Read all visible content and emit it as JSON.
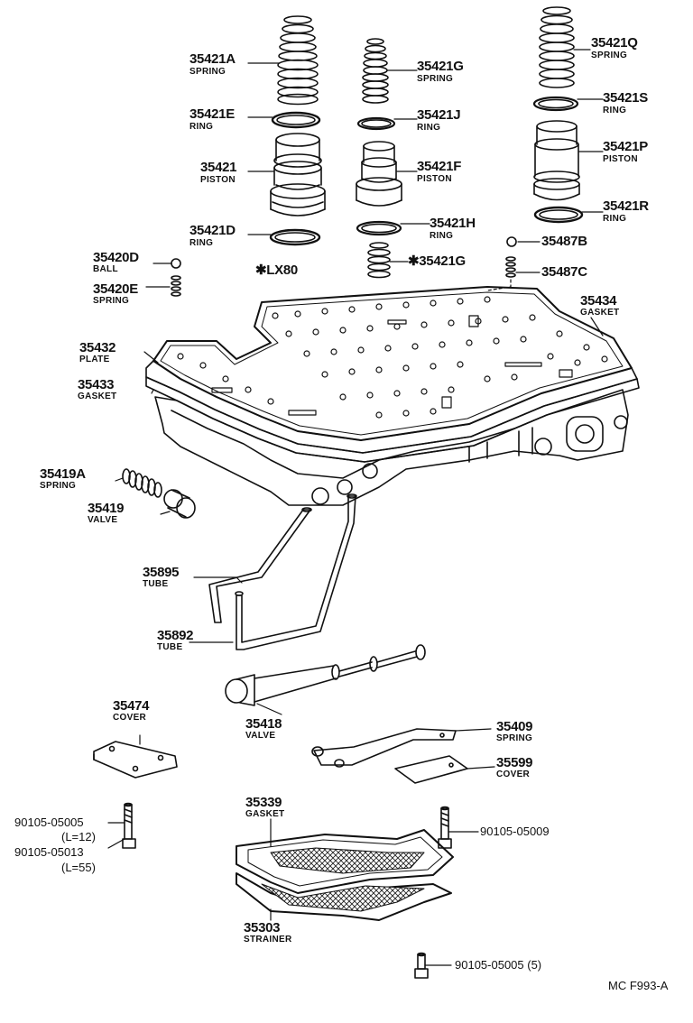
{
  "labels": {
    "p35421A": "35421A",
    "spring_a": "SPRING",
    "p35421E": "35421E",
    "ring_e": "RING",
    "p35421": "35421",
    "piston_1": "PISTON",
    "p35421D": "35421D",
    "ring_d": "RING",
    "p35421G": "35421G",
    "spring_g": "SPRING",
    "p35421J": "35421J",
    "ring_j": "RING",
    "p35421F": "35421F",
    "piston_f": "PISTON",
    "p35421H": "35421H",
    "ring_h": "RING",
    "p35421G2": "✱35421G",
    "p35421Q": "35421Q",
    "spring_q": "SPRING",
    "p35421S": "35421S",
    "ring_s": "RING",
    "p35421P": "35421P",
    "piston_p": "PISTON",
    "p35421R": "35421R",
    "ring_r": "RING",
    "p35487B": "35487B",
    "p35487C": "35487C",
    "p35420D": "35420D",
    "ball": "BALL",
    "p35420E": "35420E",
    "spring_e": "SPRING",
    "lx80": "✱LX80",
    "p35434": "35434",
    "gasket_34": "GASKET",
    "p35432": "35432",
    "plate": "PLATE",
    "p35433": "35433",
    "gasket_33": "GASKET",
    "p35419A": "35419A",
    "spring_19": "SPRING",
    "p35419": "35419",
    "valve_19": "VALVE",
    "p35895": "35895",
    "tube_95": "TUBE",
    "p35892": "35892",
    "tube_92": "TUBE",
    "p35474": "35474",
    "cover_74": "COVER",
    "p35418": "35418",
    "valve_18": "VALVE",
    "p35409": "35409",
    "spring_09": "SPRING",
    "p35599": "35599",
    "cover_99": "COVER",
    "p90105a": "90105-05005",
    "l12": "(L=12)",
    "p90105b": "90105-05013",
    "l55": "(L=55)",
    "p90105c": "90105-05009",
    "p35339": "35339",
    "gasket_39": "GASKET",
    "p35303": "35303",
    "strainer": "STRAINER",
    "p90105d": "90105-05005 (5)",
    "code": "MC F993-A"
  }
}
